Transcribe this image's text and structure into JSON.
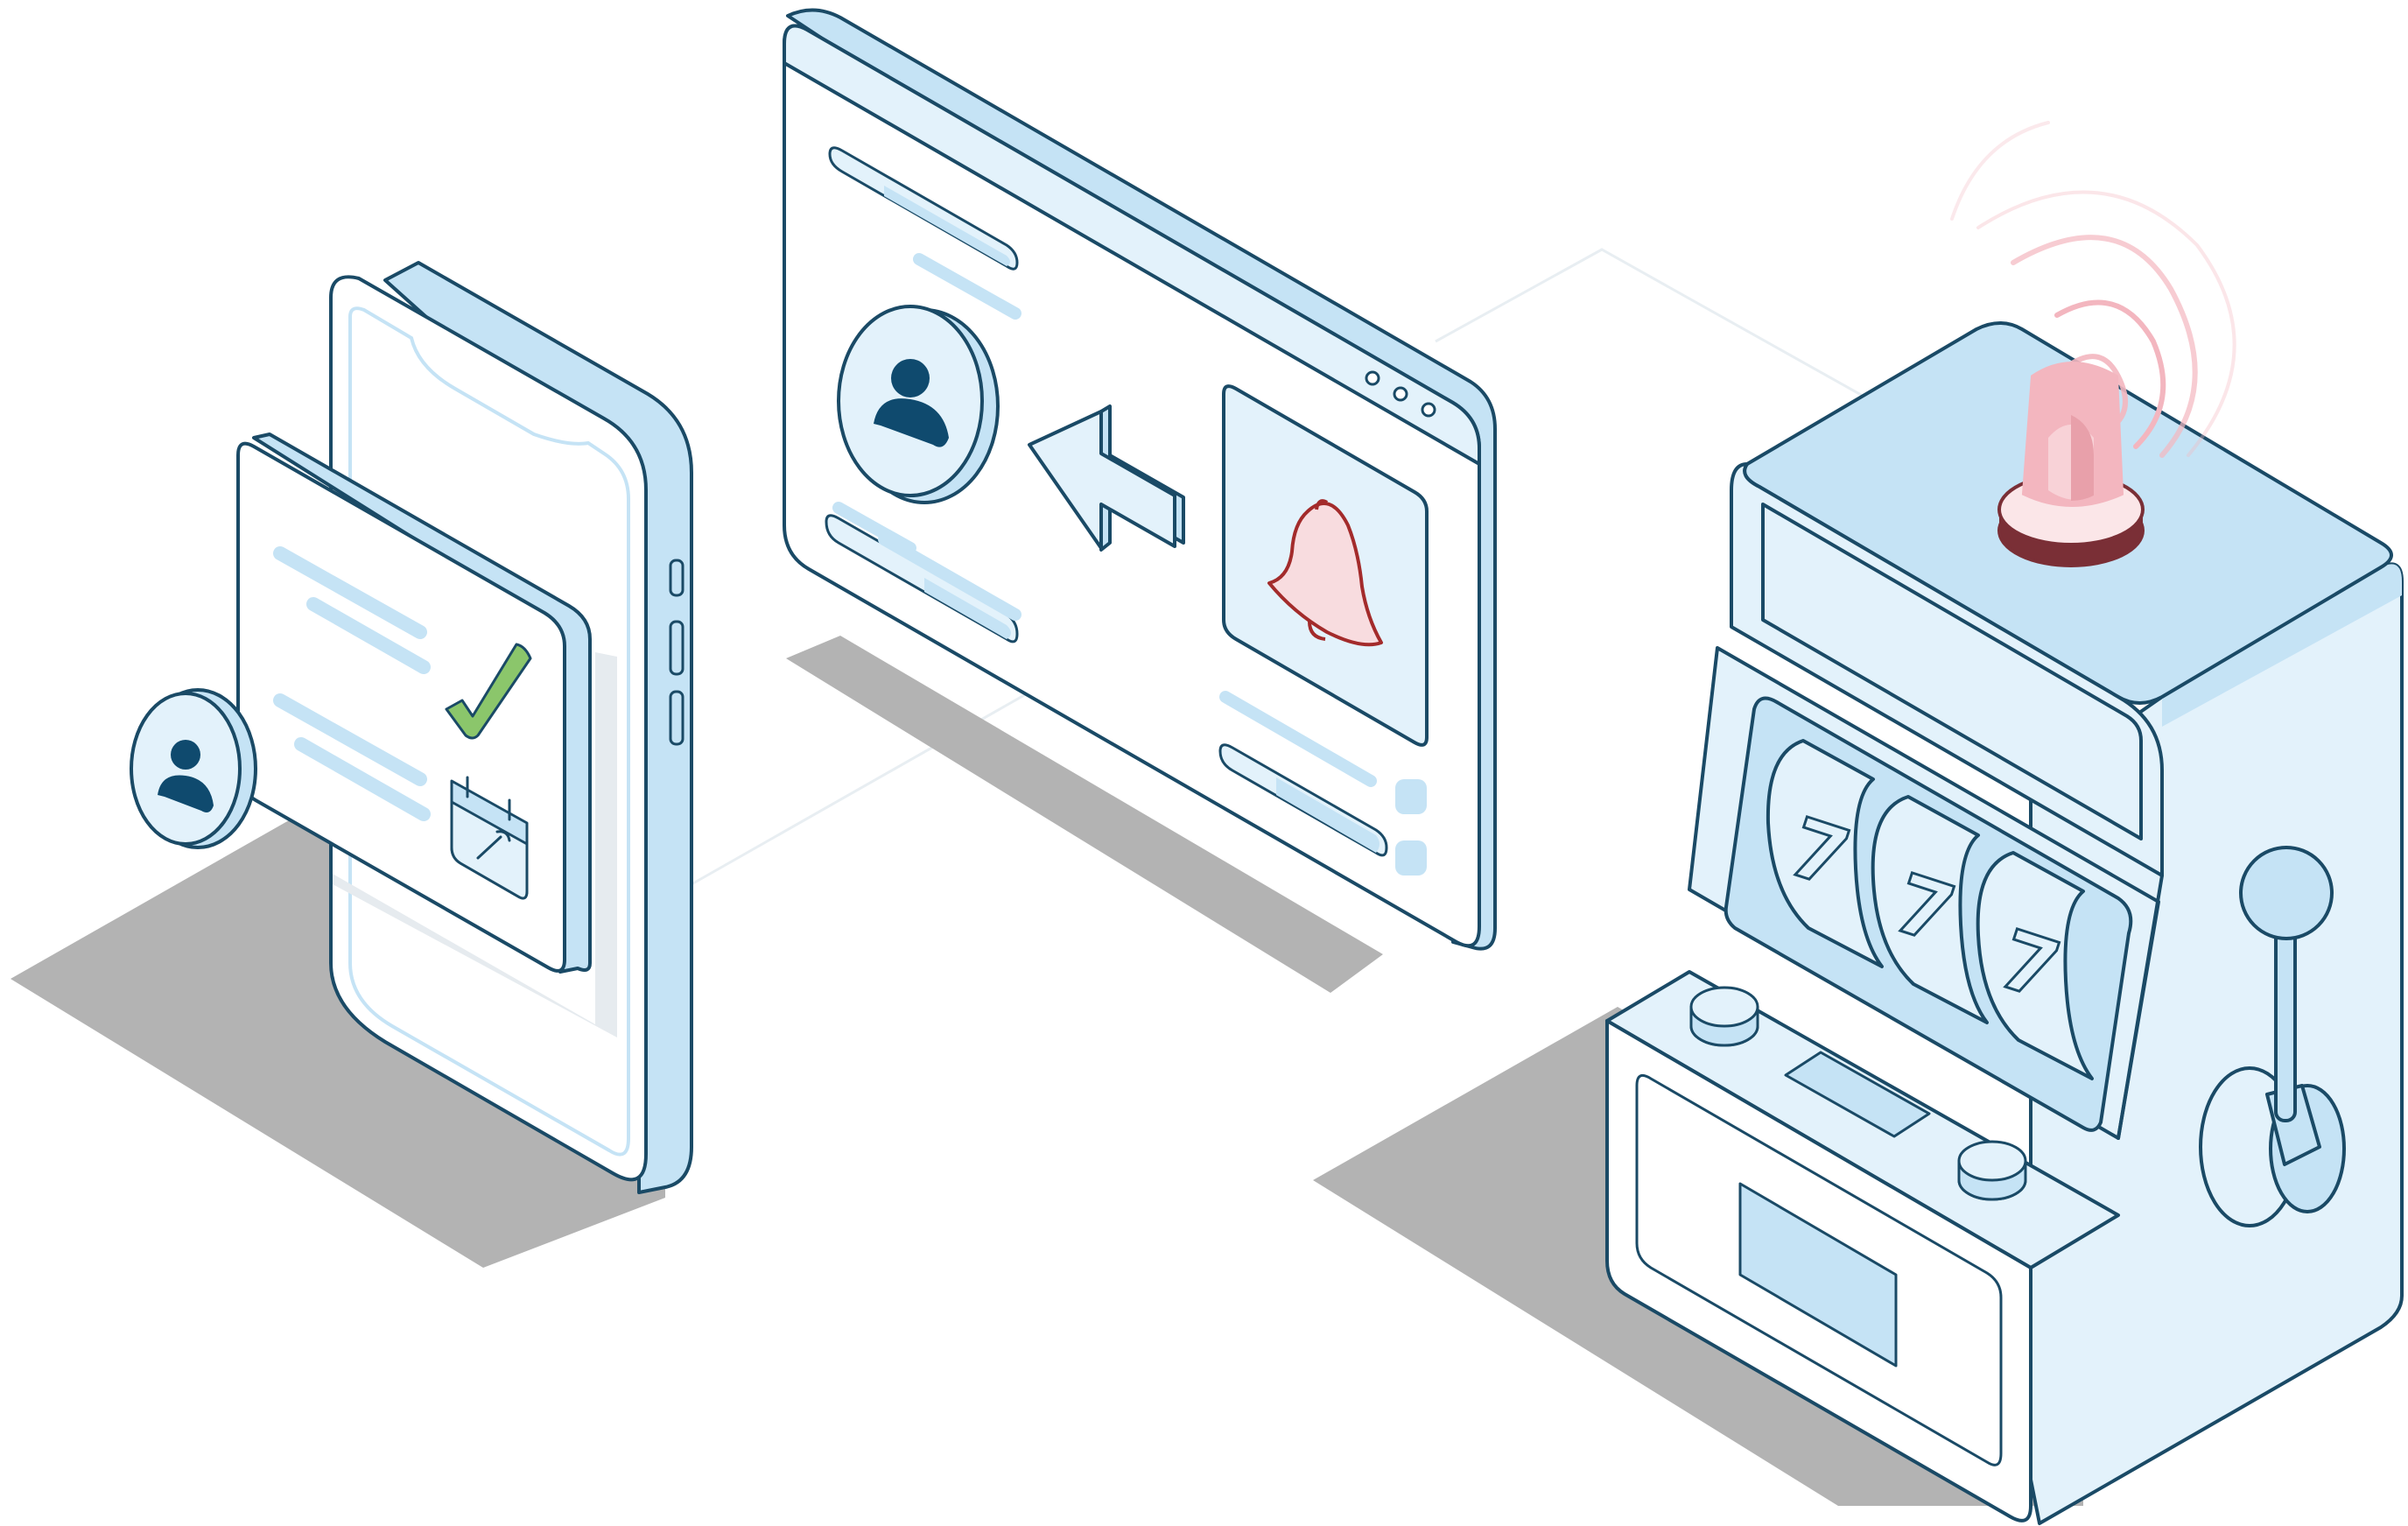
{
  "slot_machine": {
    "reel_symbols": [
      "7",
      "7",
      "7"
    ]
  },
  "colors": {
    "outline": "#1a4a66",
    "fill_light": "#e3f2fb",
    "fill_mid": "#c5e3f5",
    "shadow": "#b3b3b3",
    "avatar_dark": "#0f4a6e",
    "check_green": "#8bc66b",
    "bell_red": "#a32b2b",
    "siren_pink": "#f3b6bf",
    "siren_base": "#7a2f36"
  },
  "icons": {
    "phone_avatar": "user-icon",
    "browser_avatar": "user-icon",
    "check": "check-icon",
    "calendar": "calendar-wrench-icon",
    "arrow": "left-arrow-icon",
    "bell": "bell-icon",
    "siren": "siren-light-icon",
    "lever": "lever-icon"
  }
}
